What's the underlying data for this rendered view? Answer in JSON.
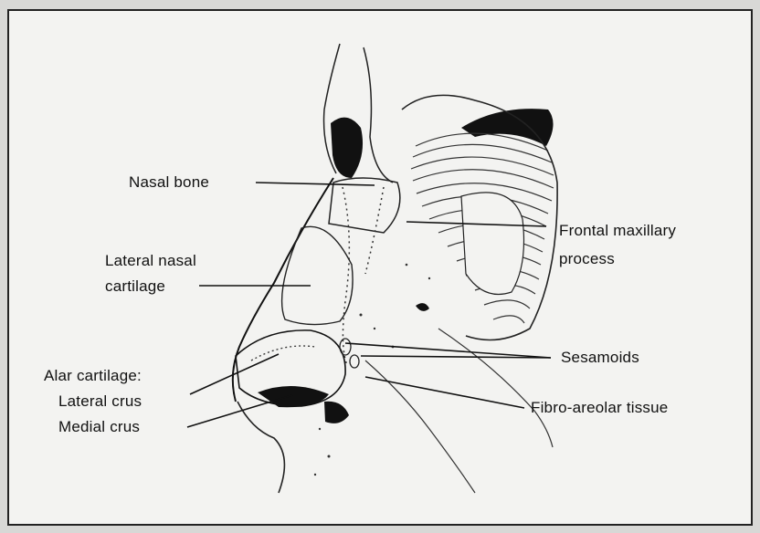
{
  "labels": {
    "nasal_bone": "Nasal bone",
    "frontal_maxillary_line1": "Frontal maxillary",
    "frontal_maxillary_line2": "process",
    "lateral_nasal_line1": "Lateral nasal",
    "lateral_nasal_line2": "cartilage",
    "sesamoids": "Sesamoids",
    "alar_cartilage": "Alar cartilage:",
    "lateral_crus": "Lateral crus",
    "medial_crus": "Medial crus",
    "fibro_areolar": "Fibro-areolar tissue"
  }
}
